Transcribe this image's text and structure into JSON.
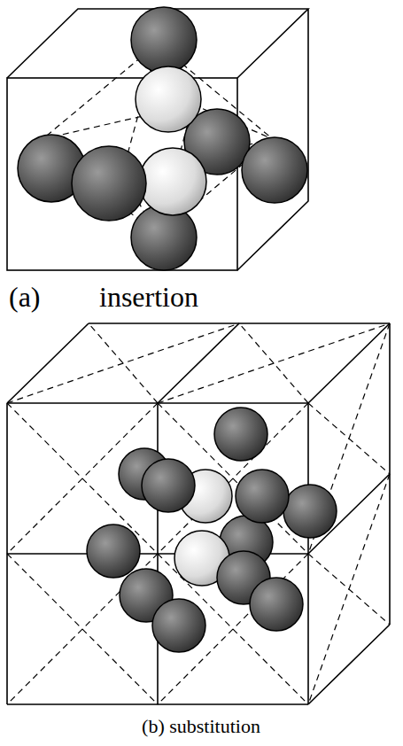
{
  "diagram": {
    "labels": [
      "(a)",
      "insertion",
      "(b) substitution"
    ]
  }
}
